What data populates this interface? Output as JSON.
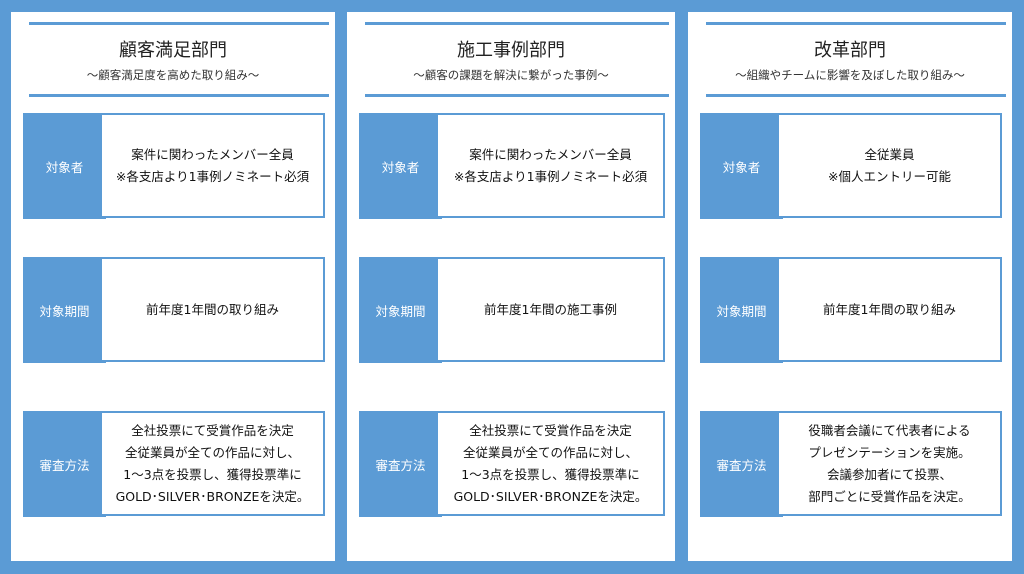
{
  "columns": [
    {
      "title": "顧客満足部門",
      "subtitle": "～顧客満足度を高めた取り組み～",
      "rows": [
        {
          "label": "対象者",
          "lines": [
            "案件に関わったメンバー全員",
            "※各支店より1事例ノミネート必須"
          ]
        },
        {
          "label": "対象期間",
          "lines": [
            "前年度1年間の取り組み"
          ]
        },
        {
          "label": "審査方法",
          "lines": [
            "全社投票にて受賞作品を決定",
            "全従業員が全ての作品に対し、",
            "1～3点を投票し、獲得投票準に",
            "GOLD･SILVER･BRONZEを決定。"
          ]
        }
      ]
    },
    {
      "title": "施工事例部門",
      "subtitle": "～顧客の課題を解決に繋がった事例～",
      "rows": [
        {
          "label": "対象者",
          "lines": [
            "案件に関わったメンバー全員",
            "※各支店より1事例ノミネート必須"
          ]
        },
        {
          "label": "対象期間",
          "lines": [
            "前年度1年間の施工事例"
          ]
        },
        {
          "label": "審査方法",
          "lines": [
            "全社投票にて受賞作品を決定",
            "全従業員が全ての作品に対し、",
            "1～3点を投票し、獲得投票準に",
            "GOLD･SILVER･BRONZEを決定。"
          ]
        }
      ]
    },
    {
      "title": "改革部門",
      "subtitle": "～組織やチームに影響を及ぼした取り組み～",
      "rows": [
        {
          "label": "対象者",
          "lines": [
            "全従業員",
            "※個人エントリー可能"
          ]
        },
        {
          "label": "対象期間",
          "lines": [
            "前年度1年間の取り組み"
          ]
        },
        {
          "label": "審査方法",
          "lines": [
            "役職者会議にて代表者による",
            "プレゼンテーションを実施。",
            "会議参加者にて投票、",
            "部門ごとに受賞作品を決定。"
          ]
        }
      ]
    }
  ],
  "colors": {
    "accent": "#5b9bd5",
    "panel": "#ffffff",
    "text": "#111111"
  }
}
